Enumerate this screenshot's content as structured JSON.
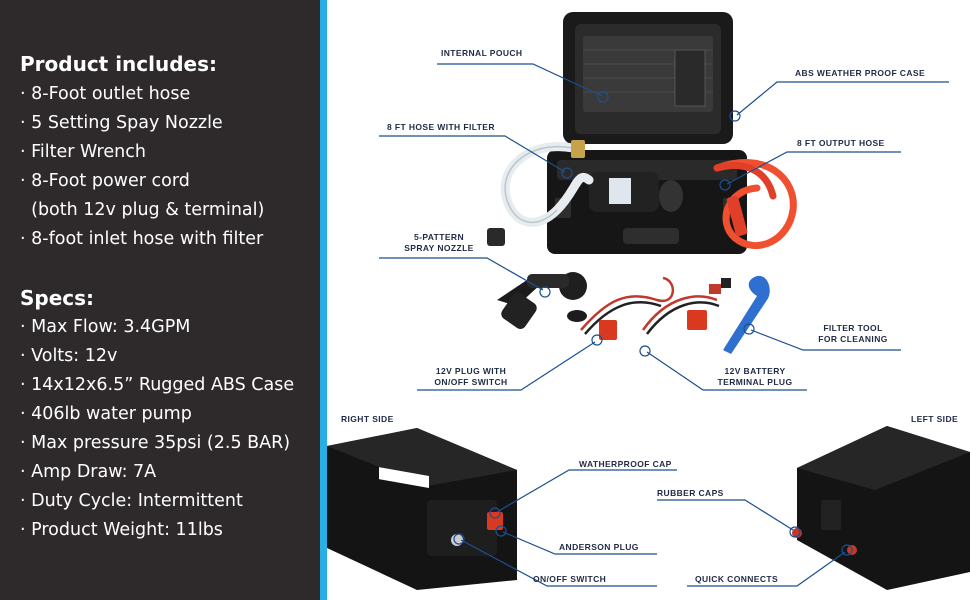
{
  "includes": {
    "heading": "Product includes:",
    "items": [
      "· 8-Foot outlet hose",
      "· 5 Setting Spay Nozzle",
      "· Filter Wrench",
      "· 8-Foot power cord",
      "  (both 12v plug & terminal)",
      "· 8-foot inlet hose with filter"
    ]
  },
  "specs": {
    "heading": "Specs:",
    "items": [
      "· Max Flow: 3.4GPM",
      "· Volts: 12v",
      "· 14x12x6.5” Rugged ABS Case",
      "· 406lb water pump",
      "· Max pressure 35psi (2.5 BAR)",
      "· Amp Draw: 7A",
      "· Duty Cycle: Intermittent",
      "· Product Weight: 11lbs"
    ]
  },
  "callouts": {
    "internal_pouch": "INTERNAL POUCH",
    "abs_case": "ABS WEATHER PROOF CASE",
    "hose_filter": "8 FT HOSE WITH FILTER",
    "output_hose": "8 FT OUTPUT HOSE",
    "spray_nozzle_1": "5-PATTERN",
    "spray_nozzle_2": "SPRAY NOZZLE",
    "filter_tool_1": "FILTER TOOL",
    "filter_tool_2": "FOR CLEANING",
    "plug_switch_1": "12V PLUG WITH",
    "plug_switch_2": "ON/OFF SWITCH",
    "battery_plug_1": "12V BATTERY",
    "battery_plug_2": "TERMINAL PLUG",
    "right_side": "RIGHT SIDE",
    "left_side": "LEFT SIDE",
    "waterproof_cap": "WATHERPROOF CAP",
    "rubber_caps": "RUBBER CAPS",
    "anderson_plug": "ANDERSON PLUG",
    "onoff_switch": "ON/OFF SWITCH",
    "quick_connects": "QUICK CONNECTS"
  },
  "colors": {
    "panel_bg": "#2e2a2b",
    "accent": "#29aee6",
    "callout_line": "#1d4f8f",
    "case_black": "#1a1a1a",
    "hose_orange": "#f0502f"
  }
}
